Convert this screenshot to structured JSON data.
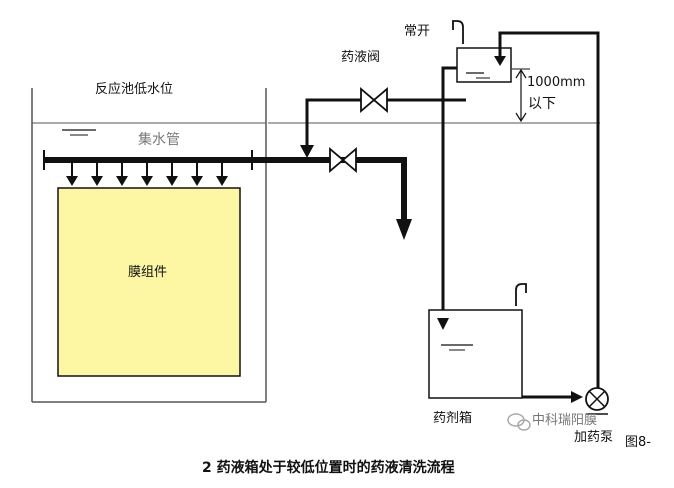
{
  "labels": {
    "tank_low_level": "反应池低水位",
    "header_pipe": "集水管",
    "membrane_module": "膜组件",
    "medicine_valve": "药液阀",
    "normally_open": "常开",
    "height_value": "1000mm",
    "height_below": "以下",
    "medicine_tank": "药剂箱",
    "dosing_pump": "加药泵",
    "watermark": "中科瑞阳膜",
    "figure_number": "图8-",
    "caption": "2 药液箱处于较低位置时的药液清洗流程"
  },
  "colors": {
    "line": "#111111",
    "membrane_fill": "#fdf7a3",
    "background": "#ffffff",
    "header_label": "#7a7a7a"
  },
  "icons": [
    "faucet-icon",
    "faucet-icon",
    "valve-icon",
    "valve-icon",
    "pump-icon",
    "wechat-logo-icon"
  ]
}
